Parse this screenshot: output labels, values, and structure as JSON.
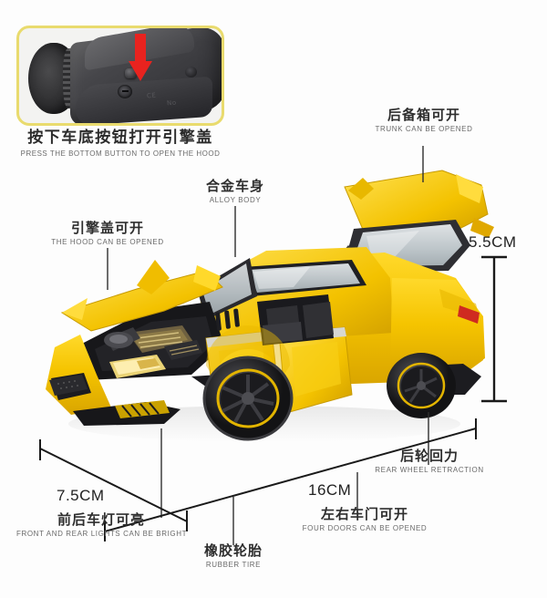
{
  "inset": {
    "caption_cn": "按下车底按钮打开引擎盖",
    "caption_en": "PRESS THE BOTTOM BUTTON TO OPEN THE HOOD",
    "arrow_icon": "red-down-arrow-icon",
    "border_color": "#e9db6e"
  },
  "product": {
    "body_color": "#f5c400",
    "accent_color": "#e8a900",
    "trim_color": "#2b2b2e"
  },
  "labels": {
    "trunk": {
      "cn": "后备箱可开",
      "en": "TRUNK CAN BE OPENED"
    },
    "alloy_body": {
      "cn": "合金车身",
      "en": "ALLOY BODY"
    },
    "hood": {
      "cn": "引擎盖可开",
      "en": "THE HOOD CAN BE OPENED"
    },
    "rear_wheel": {
      "cn": "后轮回力",
      "en": "REAR WHEEL RETRACTION"
    },
    "lights": {
      "cn": "前后车灯可亮",
      "en": "FRONT AND REAR LIGHTS CAN BE BRIGHT"
    },
    "tire": {
      "cn": "橡胶轮胎",
      "en": "RUBBER TIRE"
    },
    "doors": {
      "cn": "左右车门可开",
      "en": "FOUR DOORS CAN BE OPENED"
    }
  },
  "dimensions": {
    "height": "5.5CM",
    "width": "7.5CM",
    "length": "16CM"
  }
}
